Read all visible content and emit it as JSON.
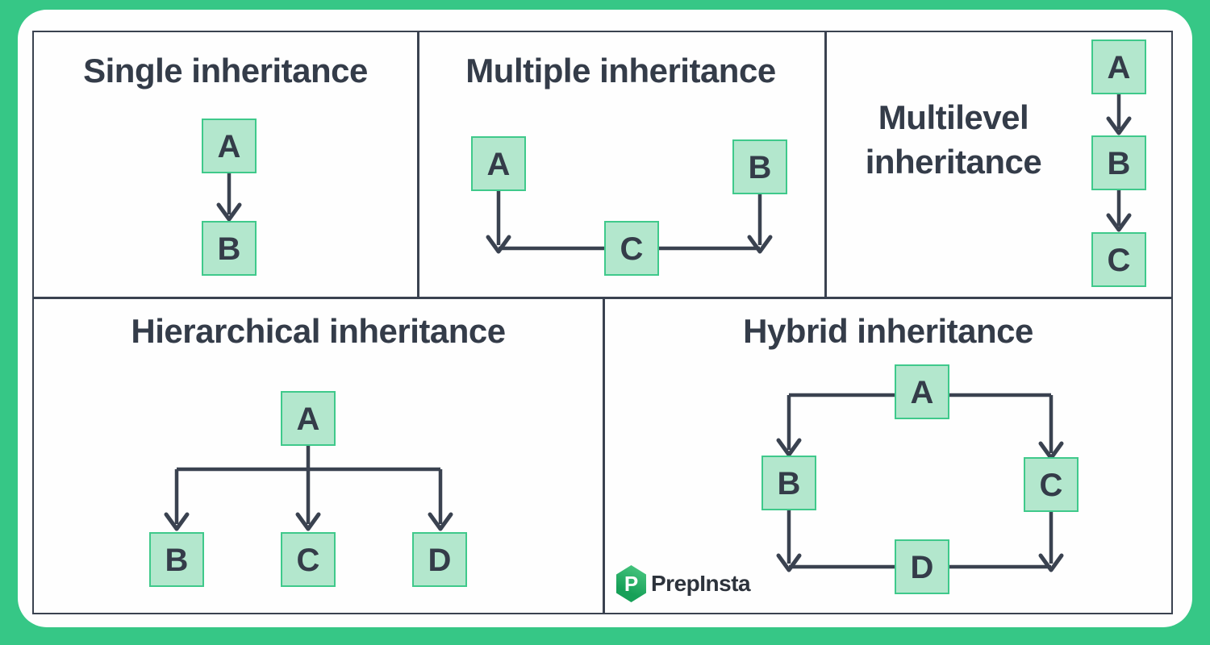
{
  "colors": {
    "frame_green": "#36c786",
    "panel_white": "#fefefe",
    "table_border": "#3a4250",
    "node_fill": "#b3e7cd",
    "node_border": "#3fc98b",
    "text_dark": "#343c49",
    "logo_green": "#17a058"
  },
  "cells": {
    "single": {
      "title": "Single inheritance",
      "nodes": {
        "a": "A",
        "b": "B"
      }
    },
    "multiple": {
      "title": "Multiple inheritance",
      "nodes": {
        "a": "A",
        "b": "B",
        "c": "C"
      }
    },
    "multilevel": {
      "title": "Multilevel inheritance",
      "nodes": {
        "a": "A",
        "b": "B",
        "c": "C"
      }
    },
    "hierarchical": {
      "title": "Hierarchical inheritance",
      "nodes": {
        "a": "A",
        "b": "B",
        "c": "C",
        "d": "D"
      }
    },
    "hybrid": {
      "title": "Hybrid inheritance",
      "nodes": {
        "a": "A",
        "b": "B",
        "c": "C",
        "d": "D"
      }
    }
  },
  "logo": {
    "brand": "PrepInsta",
    "mark_letter": "P"
  }
}
